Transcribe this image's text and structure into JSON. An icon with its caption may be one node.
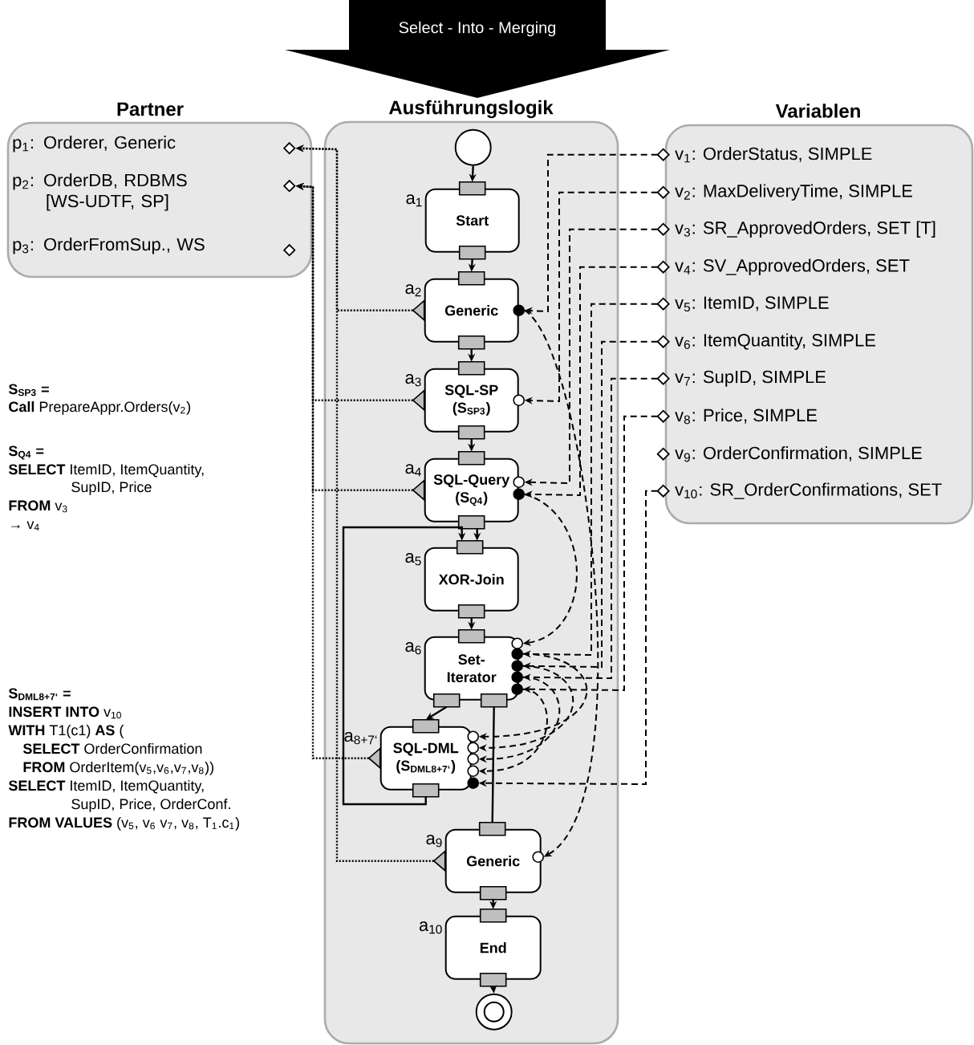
{
  "diagram": {
    "nodes": [
      {
        "text": [
          "Select - Into - Merging"
        ]
      },
      {
        "text": [
          "Partner"
        ]
      },
      {
        "text": [
          "p$_{1}$: Orderer, Generic"
        ],
        "in": 1
      },
      {
        "text": [
          "p$_{2}$: OrderDB, RDBMS [WS-UDTF, SP]"
        ],
        "in": 1
      },
      {
        "text": [
          "p$_{3}$: OrderFromSup., WS"
        ],
        "in": 1
      },
      {
        "text": [
          "Ausführungslogik"
        ]
      },
      {
        "text": [],
        "shape": "circle",
        "in": 5
      },
      {
        "text": [
          "Start"
        ],
        "beside": [
          "a$_{1}$"
        ],
        "in": 5
      },
      {
        "text": [
          "Generic"
        ],
        "beside": [
          "a$_{2}$"
        ],
        "in": 5
      },
      {
        "text": [
          "SQL-SP (S$_{SP3}$)"
        ],
        "beside": [
          "a$_{3}$"
        ],
        "in": 5
      },
      {
        "text": [
          "SQL-Query (S$_{Q4}$)"
        ],
        "beside": [
          "a$_{4}$"
        ],
        "in": 5
      },
      {
        "text": [
          "XOR-Join"
        ],
        "beside": [
          "a$_{5}$"
        ],
        "in": 5
      },
      {
        "text": [
          "Set- Iterator"
        ],
        "beside": [
          "a$_{6}$"
        ],
        "in": 5
      },
      {
        "text": [
          "SQL-DML (S$_{DML8+7‘}$)"
        ],
        "beside": [
          "a$_{8+7‘}$"
        ],
        "in": 5
      },
      {
        "text": [
          "Generic"
        ],
        "beside": [
          "a$_{9}$"
        ],
        "in": 5
      },
      {
        "text": [
          "End"
        ],
        "beside": [
          "a$_{10}$"
        ],
        "in": 5
      },
      {
        "text": [],
        "shape": "circle",
        "in": 5
      },
      {
        "text": [
          "Variablen"
        ]
      },
      {
        "text": [
          "v$_{1}$: OrderStatus, SIMPLE"
        ],
        "in": 17
      },
      {
        "text": [
          "v$_{2}$: MaxDeliveryTime, SIMPLE"
        ],
        "in": 17
      },
      {
        "text": [
          "v$_{3}$: SR_ApprovedOrders, SET [T]"
        ],
        "in": 17
      },
      {
        "text": [
          "v$_{4}$: SV_ApprovedOrders, SET"
        ],
        "in": 17
      },
      {
        "text": [
          "v$_{5}$: ItemID, SIMPLE"
        ],
        "in": 17
      },
      {
        "text": [
          "v$_{6}$: ItemQuantity, SIMPLE"
        ],
        "in": 17
      },
      {
        "text": [
          "v$_{7}$: SupID, SIMPLE"
        ],
        "in": 17
      },
      {
        "text": [
          "v$_{8}$: Price, SIMPLE"
        ],
        "in": 17
      },
      {
        "text": [
          "v$_{9}$: OrderConfirmation, SIMPLE"
        ],
        "in": 17
      },
      {
        "text": [
          "v$_{10}$: SR_OrderConfirmations, SET"
        ],
        "in": 17
      },
      {
        "text": [],
        "shape": "diamond",
        "in": 1
      },
      {
        "text": [],
        "shape": "diamond",
        "in": 1
      },
      {
        "text": [],
        "shape": "diamond",
        "in": 1
      }
    ],
    "edges": [
      {
        "from": 6,
        "to": 7,
        "arrow": "to"
      },
      {
        "from": 7,
        "to": 8,
        "arrow": "to"
      },
      {
        "from": 8,
        "to": 9,
        "arrow": "to"
      },
      {
        "from": 9,
        "to": 10,
        "arrow": "to"
      },
      {
        "from": 10,
        "to": 11,
        "arrow": "to"
      },
      {
        "from": 11,
        "to": 12,
        "arrow": "to"
      },
      {
        "from": 12,
        "to": 13,
        "arrow": "to"
      },
      {
        "from": 13,
        "to": 11,
        "arrow": "to"
      },
      {
        "from": 12,
        "to": 14,
        "arrow": "none"
      },
      {
        "from": 14,
        "to": 15,
        "arrow": "to"
      },
      {
        "from": 15,
        "to": 16,
        "arrow": "to"
      },
      {
        "from": 8,
        "to": 28,
        "arrow": "to",
        "style": "dashed"
      },
      {
        "from": 9,
        "to": 29,
        "arrow": "to",
        "style": "dashed"
      },
      {
        "from": 10,
        "to": 29,
        "arrow": "to",
        "style": "dashed"
      },
      {
        "from": 13,
        "to": 29,
        "arrow": "to",
        "style": "dashed"
      },
      {
        "from": 14,
        "to": 28,
        "arrow": "to",
        "style": "dashed"
      },
      {
        "from": 18,
        "to": 8,
        "arrow": "to",
        "style": "dashed"
      },
      {
        "from": 19,
        "to": 9,
        "arrow": "to",
        "style": "dashed"
      },
      {
        "from": 20,
        "to": 10,
        "arrow": "to",
        "style": "dashed"
      },
      {
        "from": 21,
        "to": 10,
        "arrow": "to",
        "style": "dashed"
      },
      {
        "from": 22,
        "to": 12,
        "arrow": "to",
        "style": "dashed"
      },
      {
        "from": 23,
        "to": 12,
        "arrow": "to",
        "style": "dashed"
      },
      {
        "from": 24,
        "to": 12,
        "arrow": "to",
        "style": "dashed"
      },
      {
        "from": 25,
        "to": 12,
        "arrow": "to",
        "style": "dashed"
      },
      {
        "from": 27,
        "to": 13,
        "arrow": "to",
        "style": "dashed"
      },
      {
        "from": 8,
        "to": 14,
        "arrow": "to",
        "style": "dashed"
      },
      {
        "from": 10,
        "to": 12,
        "arrow": "to",
        "style": "dashed"
      },
      {
        "from": 12,
        "to": 13,
        "arrow": "to",
        "style": "dashed"
      },
      {
        "from": 12,
        "to": 13,
        "arrow": "to",
        "style": "dashed"
      },
      {
        "from": 12,
        "to": 13,
        "arrow": "to",
        "style": "dashed"
      },
      {
        "from": 12,
        "to": 13,
        "arrow": "to",
        "style": "dashed"
      }
    ],
    "labels": [
      "S$_{SP3}$ =",
      "**Call** PrepareAppr.Orders(v$_{2}$)",
      "S$_{Q4}$ =",
      "**SELECT** ItemID, ItemQuantity,",
      "SupID, Price",
      "**FROM** v$_{3}$",
      "→ v$_{4}$",
      "S$_{DML8+7‘}$ =",
      "**INSERT INTO** v$_{10}$",
      "**WITH** T1(c1) **AS** (",
      "**SELECT** OrderConfirmation",
      "**FROM** OrderItem(v$_{5}$,v$_{6}$,v$_{7}$,v$_{8}$))",
      "**SELECT** ItemID, ItemQuantity,",
      "SupID, Price, OrderConf.",
      "**FROM VALUES** (v$_{5}$, v$_{6}$ v$_{7}$, v$_{8}$, T$_{1}$.c$_{1}$)"
    ]
  }
}
